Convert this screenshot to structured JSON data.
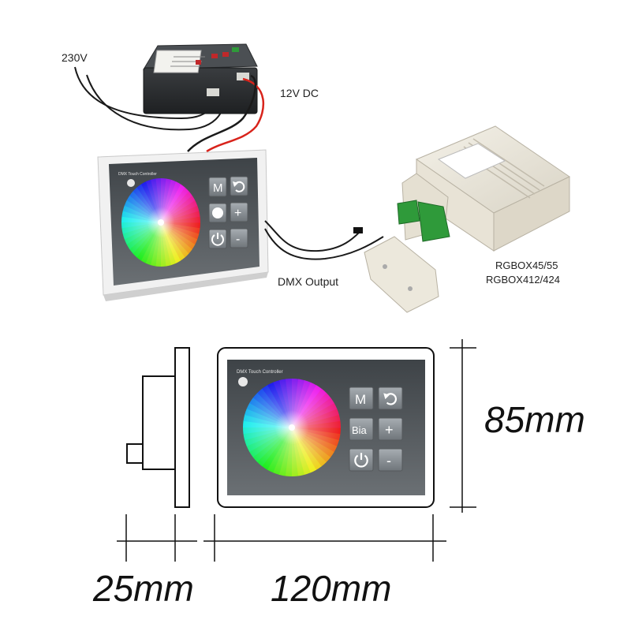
{
  "labels": {
    "mains": "230V",
    "dc": "12V DC",
    "dmx": "DMX Output",
    "box_model_1": "RGBOX45/55",
    "box_model_2": "RGBOX412/424"
  },
  "panel": {
    "brand": "DMX Touch Controller",
    "btn_mode": "M",
    "btn_bia": "Bia",
    "btn_plus": "+",
    "btn_minus": "-"
  },
  "dimensions": {
    "height": "85mm",
    "depth": "25mm",
    "width": "120mm"
  },
  "colors": {
    "wire_red": "#d8231b",
    "wire_black": "#1a1a1a",
    "screen": "#54595d",
    "button": "#8b9196",
    "terminal_green": "#2f9a3a"
  }
}
